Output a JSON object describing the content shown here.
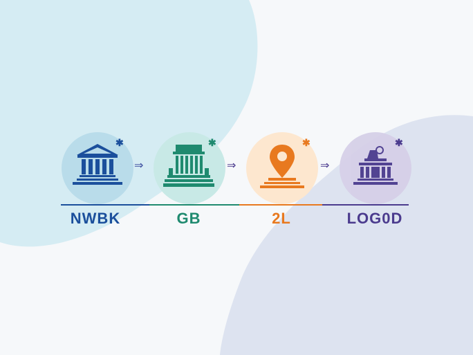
{
  "steps": [
    {
      "label": "NWBK",
      "icon": "bank-columns-icon",
      "color": "#1b4f9c",
      "circle_bg": "#b9dcea"
    },
    {
      "label": "GB",
      "icon": "memorial-building-icon",
      "color": "#1f8a6f",
      "circle_bg": "#c8e9e6"
    },
    {
      "label": "2L",
      "icon": "location-pin-icon",
      "color": "#e8791f",
      "circle_bg": "#fde7cf"
    },
    {
      "label": "LOG0D",
      "icon": "monument-building-icon",
      "color": "#4b3b8e",
      "circle_bg": "#d6d0e8"
    }
  ],
  "arrow_glyph": "⇒",
  "sparkle_glyph": "✱",
  "colors": {
    "background": "#f6f8fa",
    "blob_left": "#d5ecf3",
    "blob_right": "#dde3f0"
  }
}
